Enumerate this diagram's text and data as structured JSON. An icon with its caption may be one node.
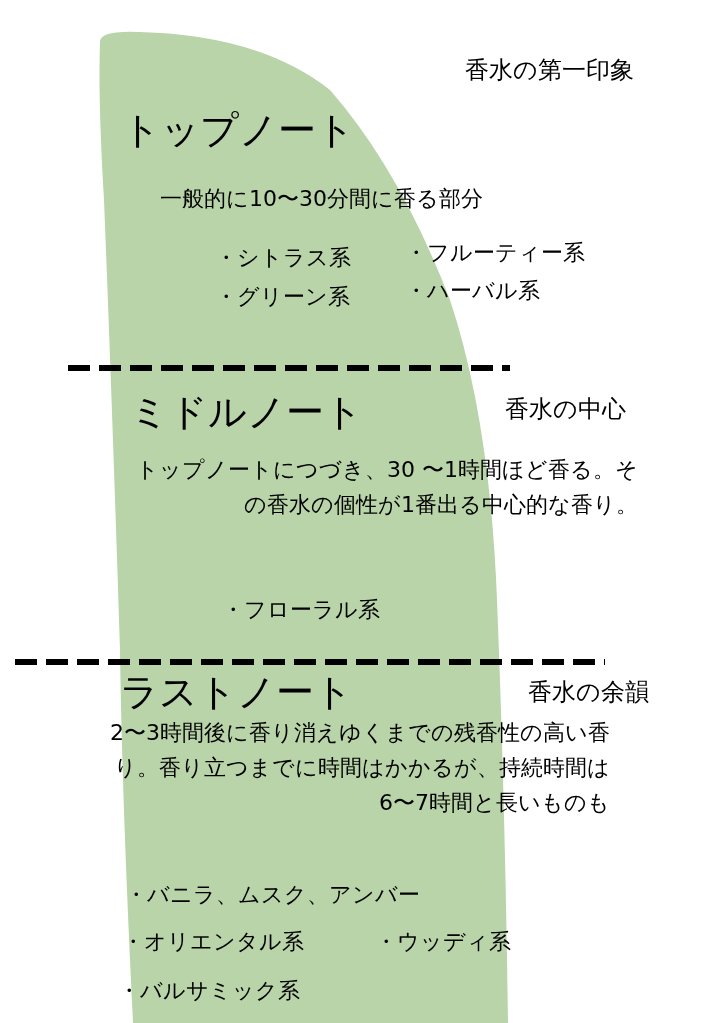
{
  "diagram": {
    "labels": [
      "香水の第一印象",
      "トップノート",
      "一般的に10〜30分間に香る部分",
      "・シトラス系",
      "・フルーティー系",
      "・グリーン系",
      "・ハーバル系",
      "ミドルノート",
      "香水の中心",
      "トップノートにつづき、30 〜1時間ほど香る。その香水の個性が1番出る中心的な香り。",
      "・フローラル系",
      "ラストノート",
      "香水の余韻",
      "2〜3時間後に香り消えゆくまでの残香性の高い香り。香り立つまでに時間はかかるが、持続時間は6〜7時間と長いものも",
      "・バニラ、ムスク、アンバー",
      "・オリエンタル系",
      "・ウッディ系",
      "・バルサミック系"
    ]
  }
}
